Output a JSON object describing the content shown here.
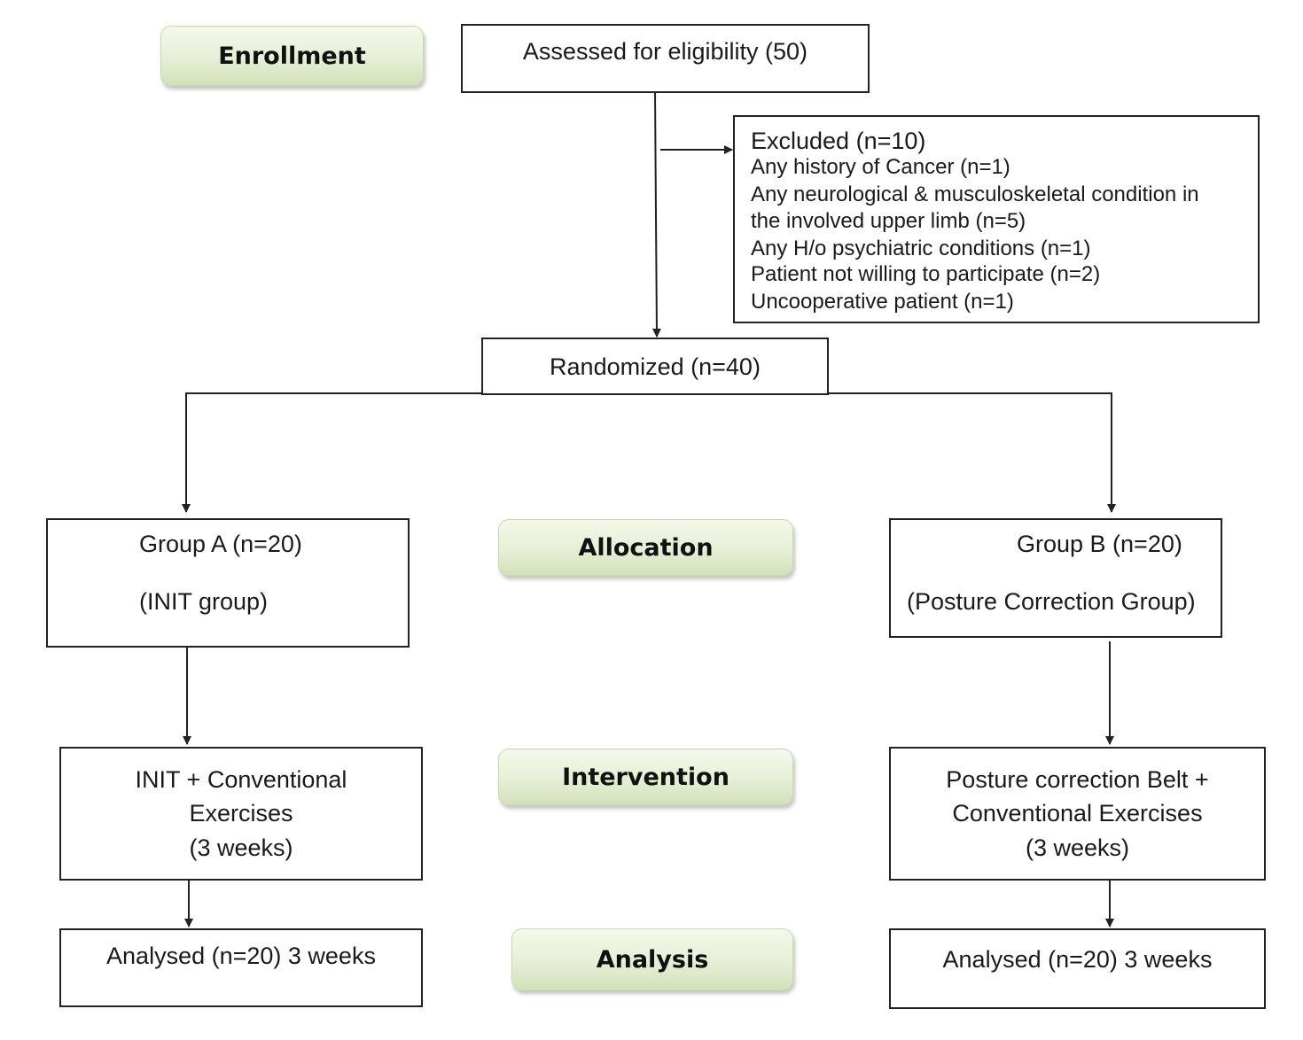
{
  "stages": {
    "enrollment": "Enrollment",
    "allocation": "Allocation",
    "intervention": "Intervention",
    "analysis": "Analysis"
  },
  "assessed": "Assessed for eligibility (50)",
  "excluded": {
    "title": "Excluded (n=10)",
    "reasons": [
      "Any history of Cancer (n=1)",
      "Any neurological & musculoskeletal condition in",
      "the involved upper limb (n=5)",
      "Any H/o psychiatric conditions (n=1)",
      "Patient not willing to participate (n=2)",
      "Uncooperative patient (n=1)"
    ]
  },
  "randomized": "Randomized (n=40)",
  "group_a": {
    "title": "Group A (n=20)",
    "subtitle": "(INIT group)",
    "intervention": [
      "INIT + Conventional",
      "Exercises",
      "(3 weeks)"
    ],
    "analysis": "Analysed (n=20) 3 weeks"
  },
  "group_b": {
    "title": "Group B (n=20)",
    "subtitle": "(Posture Correction Group)",
    "intervention": [
      "Posture correction Belt +",
      "Conventional Exercises",
      "(3 weeks)"
    ],
    "analysis": "Analysed (n=20) 3 weeks"
  }
}
